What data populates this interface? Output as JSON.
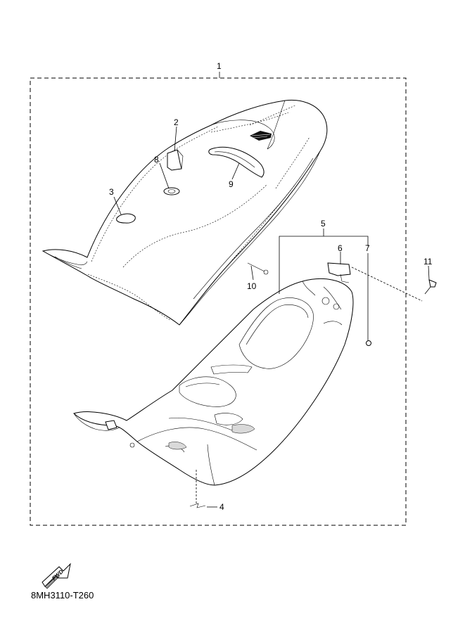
{
  "callouts": [
    "1",
    "2",
    "3",
    "4",
    "5",
    "6",
    "7",
    "8",
    "9",
    "10",
    "11"
  ],
  "diagram_code": "8MH3110-T260",
  "fwd_label": "FWD"
}
